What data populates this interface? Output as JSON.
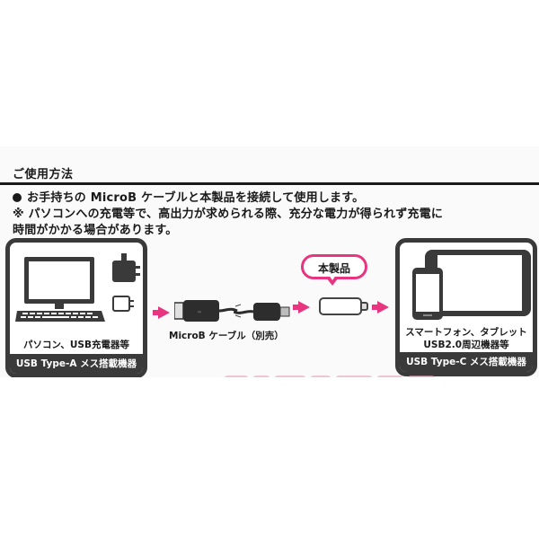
{
  "section": {
    "title": "ご使用方法"
  },
  "instructions": {
    "line1": "お手持ちの MicroB ケーブルと本製品を接続して使用します。",
    "line2": "※ パソコンへの充電等で、高出力が求められる際、充分な電力が得られず充電に",
    "line3": "時間がかかる場合があります。"
  },
  "source_box": {
    "caption": "パソコン、USB充電器等",
    "footer": "USB Type-A メス搭載機器"
  },
  "cable": {
    "label": "MicroB ケーブル（別売）"
  },
  "product": {
    "bubble": "本製品"
  },
  "target_box": {
    "caption_line1": "スマートフォン、タブレット",
    "caption_line2": "USB2.0周辺機器等",
    "footer": "USB Type-C メス搭載機器"
  },
  "colors": {
    "accent": "#e8357f",
    "dark": "#3a3a3a"
  },
  "icons": [
    "computer-icon",
    "charger-icon",
    "plug-icon",
    "usb-a-cable-icon",
    "micro-b-cable-icon",
    "product-adapter-icon",
    "smartphone-icon",
    "tablet-icon",
    "arrow-right-icon"
  ]
}
